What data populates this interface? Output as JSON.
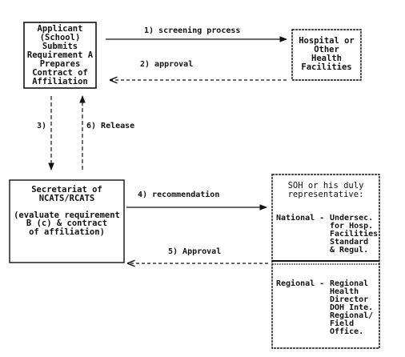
{
  "boxes": {
    "applicant": "Applicant\n(School)\nSubmits\nRequirement A\nPrepares\nContract of\nAffiliation",
    "hospital": "Hospital or\nOther\nHealth\nFacilities",
    "secretariat": "Secretariat of\nNCATS/RCATS\n\n(evaluate requirement\nB (c) & contract\nof affiliation)",
    "soh_header": "SOH or his duly\nrepresentative:",
    "national_label": "National -",
    "national_text": "Undersec.\nfor Hosp.\nFacilities\nStandard\n& Regul.",
    "regional_label": "Regional -",
    "regional_text": "Regional\nHealth\nDirector\nDOH Inte.\nRegional/\nField\nOffice."
  },
  "arrows": {
    "screening": "1) screening process",
    "approval_lower": "2) approval",
    "step3": "3)",
    "release": "6) Release",
    "recommendation": "4) recommendation",
    "approval_upper": "5) Approval"
  }
}
